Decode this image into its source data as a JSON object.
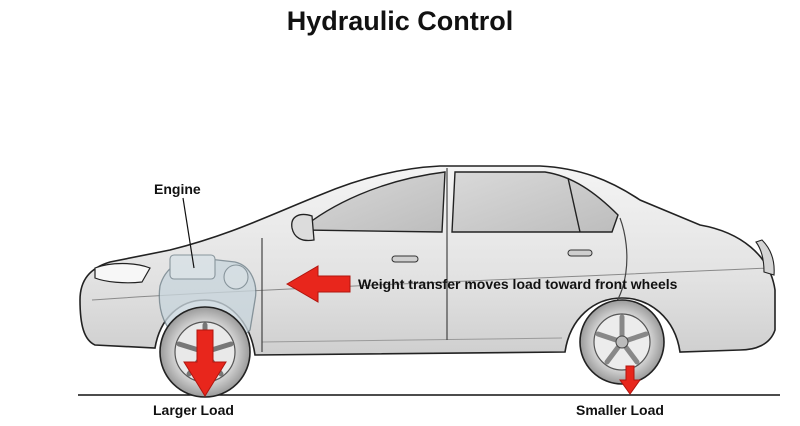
{
  "title": "Hydraulic Control",
  "labels": {
    "engine": "Engine",
    "weight_transfer": "Weight transfer moves load toward front wheels",
    "larger_load": "Larger Load",
    "smaller_load": "Smaller Load"
  },
  "colors": {
    "arrow": "#e8261c",
    "car_body": "#e6e6e6",
    "outline": "#222222"
  }
}
